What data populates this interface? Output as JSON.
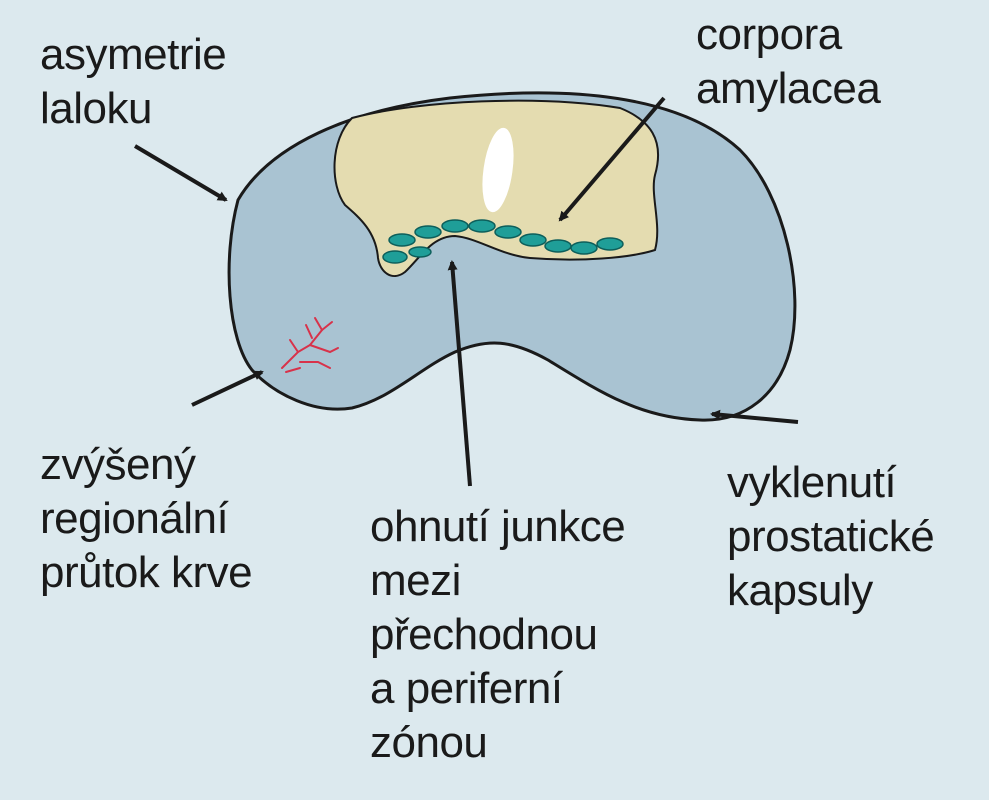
{
  "labels": {
    "lobe_asymmetry": [
      "asymetrie",
      "laloku"
    ],
    "corpora_amylacea": [
      "corpora",
      "amylacea"
    ],
    "blood_flow": [
      "zvýšený",
      "regionální",
      "průtok krve"
    ],
    "junction_bend": [
      "ohnutí junkce",
      "mezi",
      "přechodnou",
      "a periferní",
      "zónou"
    ],
    "capsule_bulge": [
      "vyklenutí",
      "prostatické",
      "kapsuly"
    ]
  },
  "colors": {
    "background": "#dce9ee",
    "peripheral_zone": "#a9c3d2",
    "transition_zone": "#e4dcb0",
    "corpora_amylacea": "#1f9e98",
    "vessels": "#d8324a",
    "outline": "#1a1a1a"
  }
}
